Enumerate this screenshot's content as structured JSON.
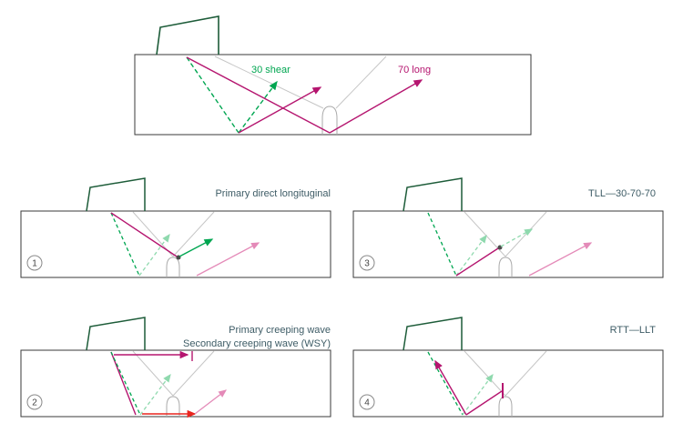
{
  "diagram": {
    "main_panel": {
      "shear_label": "30 shear",
      "long_label": "70 long"
    },
    "panels": [
      {
        "number": "1",
        "label": "Primary direct longituginal"
      },
      {
        "number": "2",
        "label_line1": "Primary creeping wave",
        "label_line2": "Secondary creeping wave (WSY)"
      },
      {
        "number": "3",
        "label": "TLL—30-70-70"
      },
      {
        "number": "4",
        "label": "RTT—LLT"
      }
    ],
    "colors": {
      "shear_green": "#00a651",
      "faded_green": "#8fd9ae",
      "long_magenta": "#b5156f",
      "faded_pink": "#e48ab8",
      "creeping_red": "#e8251f",
      "probe_outline": "#1d5c39",
      "beam_gray": "#c6c6c6",
      "label_text": "#3e5c66"
    }
  }
}
